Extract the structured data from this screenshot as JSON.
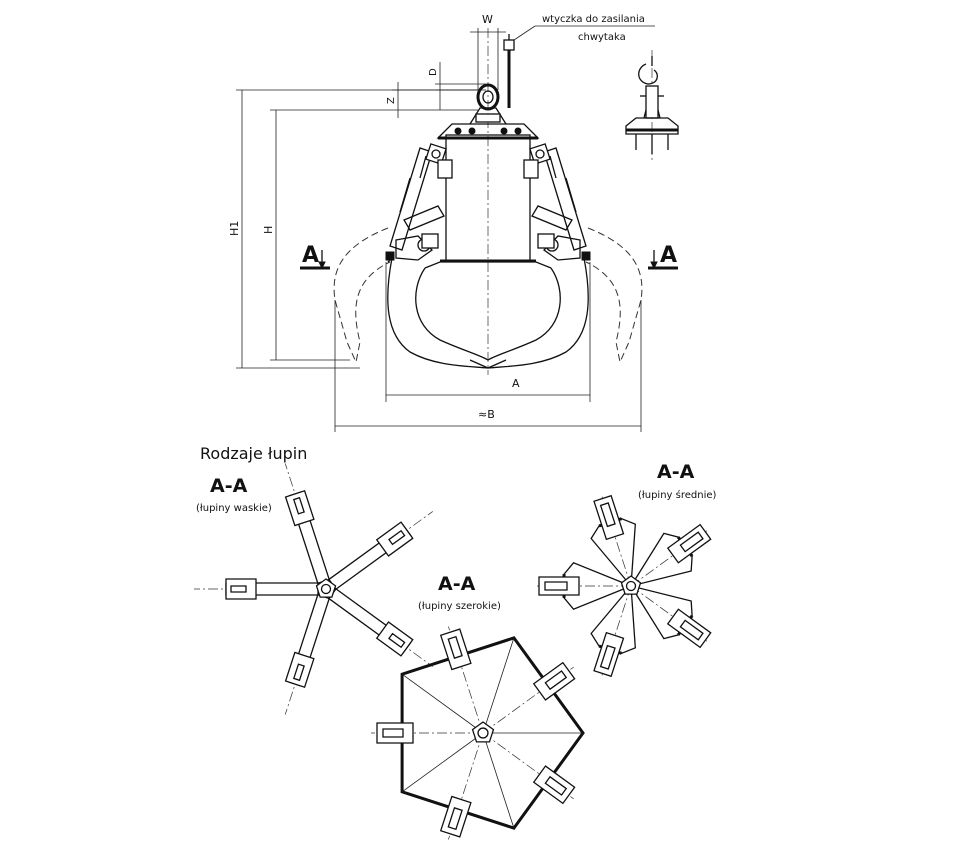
{
  "annotations": {
    "plug_line1": "wtyczka do zasilania",
    "plug_line2": "chwytaka",
    "dim_w": "W",
    "dim_d": "D",
    "dim_z": "Z",
    "dim_h1": "H1",
    "dim_h": "H",
    "dim_a": "A",
    "dim_b": "≈B",
    "section_left": "A",
    "section_right": "A"
  },
  "shell_types": {
    "heading": "Rodzaje łupin",
    "narrow": {
      "title": "A-A",
      "subtitle": "(łupiny waskie)"
    },
    "wide": {
      "title": "A-A",
      "subtitle": "(łupiny szerokie)"
    },
    "medium": {
      "title": "A-A",
      "subtitle": "(łupiny średnie)"
    }
  },
  "colors": {
    "line": "#111111",
    "background": "#ffffff"
  }
}
